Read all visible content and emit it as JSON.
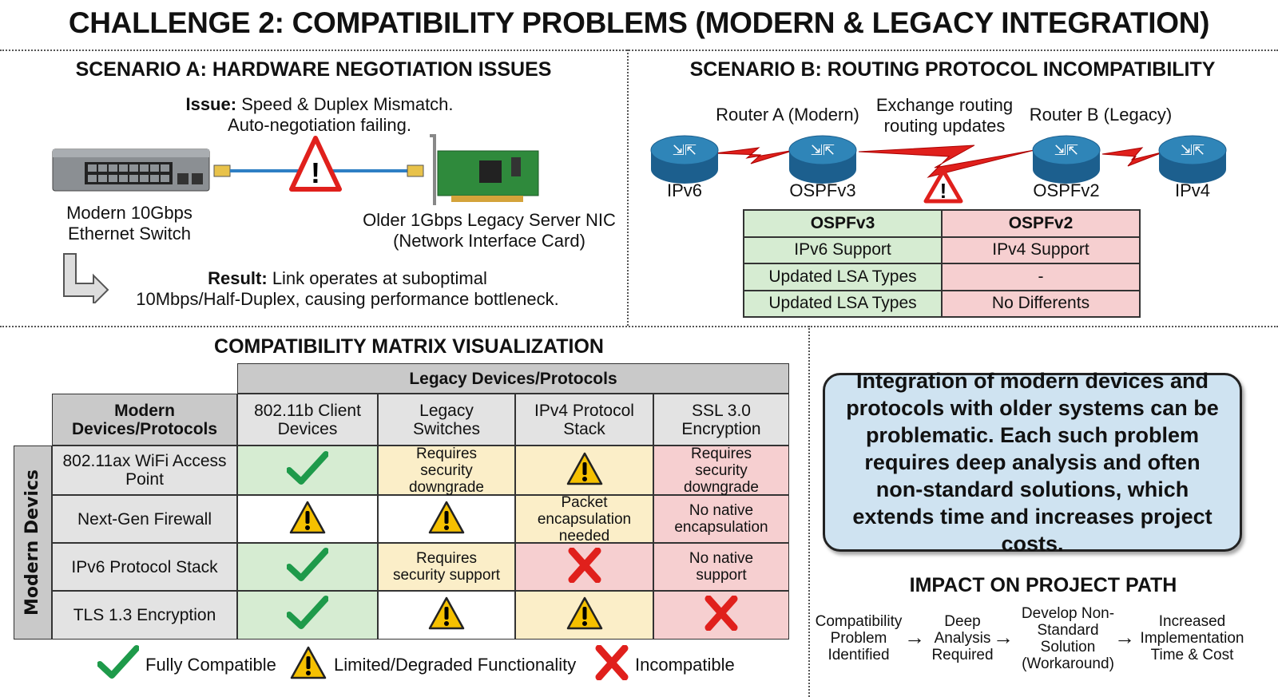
{
  "title": "CHALLENGE 2: COMPATIBILITY PROBLEMS (MODERN & LEGACY INTEGRATION)",
  "scenario_a": {
    "title": "SCENARIO A: HARDWARE NEGOTIATION ISSUES",
    "issue_label": "Issue:",
    "issue_text": "Speed & Duplex Mismatch.",
    "issue_text2": "Auto-negotiation failing.",
    "switch_label_1": "Modern 10Gbps",
    "switch_label_2": "Ethernet Switch",
    "nic_label_1": "Older 1Gbps Legacy Server NIC",
    "nic_label_2": "(Network Interface Card)",
    "result_label": "Result:",
    "result_text": "Link operates at suboptimal",
    "result_text2": "10Mbps/Half-Duplex, causing performance bottleneck."
  },
  "scenario_b": {
    "title": "SCENARIO B: ROUTING PROTOCOL INCOMPATIBILITY",
    "router_a": "Router A (Modern)",
    "exchange_1": "Exchange routing",
    "exchange_2": "routing updates",
    "router_b": "Router B (Legacy)",
    "labels": [
      "IPv6",
      "OSPFv3",
      "OSPFv2",
      "IPv4"
    ],
    "table": {
      "headers": [
        "OSPFv3",
        "OSPFv2"
      ],
      "rows": [
        [
          "IPv6 Support",
          "IPv4 Support"
        ],
        [
          "Updated LSA Types",
          "-"
        ],
        [
          "Updated LSA Types",
          "No Differents"
        ]
      ]
    }
  },
  "matrix": {
    "title": "COMPATIBILITY MATRIX VISUALIZATION",
    "legacy_header": "Legacy Devices/Protocols",
    "modern_header": "Modern Devices/Protocols",
    "side_label": "Modern Devics",
    "columns": [
      "802.11b Client Devices",
      "Legacy Switches",
      "IPv4 Protocol Stack",
      "SSL 3.0 Encryption"
    ],
    "rows": [
      {
        "label": "802.11ax WiFi Access Point",
        "cells": [
          {
            "s": "ok"
          },
          {
            "s": "warn",
            "t": "Requires security downgrade"
          },
          {
            "s": "warn",
            "i": "warn"
          },
          {
            "s": "bad",
            "t": "Requires security downgrade"
          }
        ]
      },
      {
        "label": "Next-Gen Firewall",
        "cells": [
          {
            "s": "none",
            "i": "warn"
          },
          {
            "s": "none",
            "i": "warn"
          },
          {
            "s": "warn",
            "t": "Packet encapsulation needed"
          },
          {
            "s": "bad",
            "t": "No native encapsulation"
          }
        ]
      },
      {
        "label": "IPv6 Protocol Stack",
        "cells": [
          {
            "s": "ok"
          },
          {
            "s": "warn",
            "t": "Requires security support"
          },
          {
            "s": "bad",
            "i": "x"
          },
          {
            "s": "bad",
            "t": "No native support"
          }
        ]
      },
      {
        "label": "TLS 1.3 Encryption",
        "cells": [
          {
            "s": "ok"
          },
          {
            "s": "none",
            "i": "warn"
          },
          {
            "s": "warn",
            "i": "warn"
          },
          {
            "s": "bad",
            "i": "x"
          }
        ]
      }
    ],
    "legend": [
      "Fully Compatible",
      "Limited/Degraded Functionality",
      "Incompatible"
    ]
  },
  "summary": "Integration of modern devices and protocols with older systems can be problematic. Each such problem requires deep analysis and often non-standard solutions, which extends time and increases project costs.",
  "impact": {
    "title": "IMPACT ON PROJECT PATH",
    "steps": [
      "Compatibility Problem Identified",
      "Deep Analysis Required",
      "Develop Non-Standard Solution (Workaround)",
      "Increased Implementation Time & Cost"
    ]
  },
  "colors": {
    "compatible": "#d6ecd2",
    "limited": "#fbeec8",
    "incompatible": "#f6cfd0",
    "summary_bg": "#cfe3f1",
    "check": "#1e9a4a",
    "warn": "#f5c000",
    "x": "#e0201c"
  }
}
